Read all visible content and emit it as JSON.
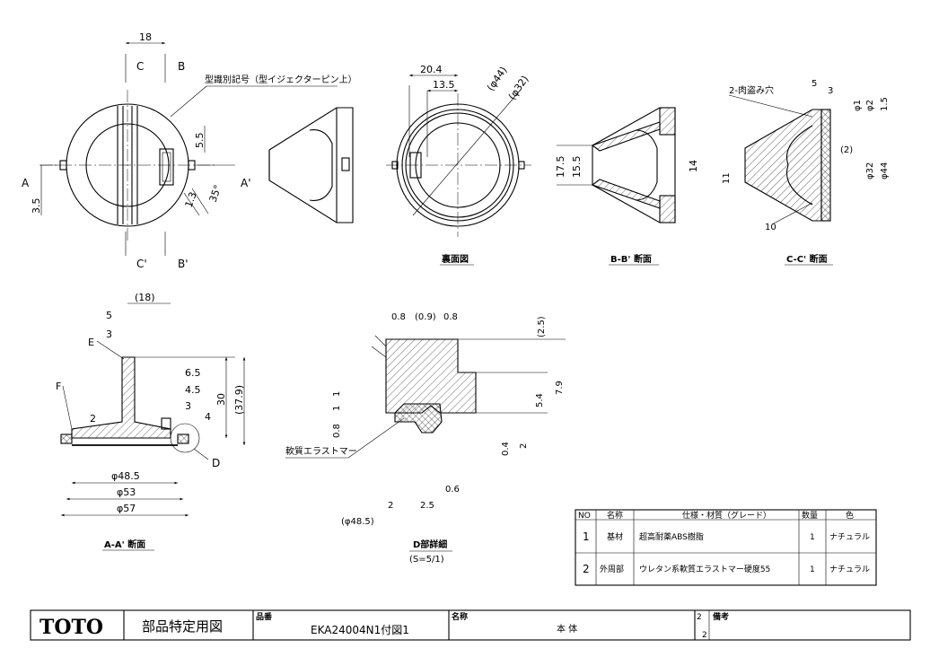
{
  "title_block": {
    "logo": "TOTO",
    "drawing_type": "部品特定用図",
    "part_no_label": "品番",
    "part_no": "EKA24004N1付図1",
    "name_label": "名称",
    "name": "本 体",
    "scale_a": "2",
    "scale_b": "2",
    "remarks_label": "備考"
  },
  "views": {
    "front": {
      "dims": {
        "d18": "18",
        "d55": "5.5",
        "d13": "1.3",
        "d35deg": "35°",
        "d35": "3.5"
      },
      "section_marks": {
        "c_top": "C",
        "b_top": "B",
        "c_bot": "C'",
        "b_bot": "B'",
        "a_left": "A",
        "a_right": "A'"
      },
      "note": "型識別記号（型イジェクターピン上）"
    },
    "back": {
      "caption": "裏面図",
      "dims": {
        "d204": "20.4",
        "d135": "13.5",
        "d44": "(φ44)",
        "d32": "(φ32)"
      }
    },
    "bb": {
      "caption": "B-B' 断面",
      "dims": {
        "d175": "17.5",
        "d155": "15.5",
        "d14": "14"
      }
    },
    "cc": {
      "caption": "C-C' 断面",
      "note": "2-肉盗み穴",
      "dims": {
        "d5": "5",
        "d3": "3",
        "d1": "φ1",
        "d2": "φ2",
        "d15": "1.5",
        "dp2": "(2)",
        "d32": "φ32",
        "d44": "φ44",
        "d11": "11",
        "d10": "10"
      }
    },
    "aa": {
      "caption": "A-A' 断面",
      "dims": {
        "d18": "(18)",
        "d5": "5",
        "d3": "3",
        "E": "E",
        "F": "F",
        "d65": "6.5",
        "d45": "4.5",
        "d3b": "3",
        "d4": "4",
        "d30": "30",
        "d379": "(37.9)",
        "d2": "2",
        "D": "D",
        "d485": "φ48.5",
        "d53": "φ53",
        "d57": "φ57"
      }
    },
    "detail_d": {
      "caption": "D部詳細",
      "scale": "(S=5/1)",
      "note": "軟質エラストマー",
      "dims": {
        "top_a": "0.8",
        "top_b": "(0.9)",
        "top_c": "0.8",
        "d25": "(2.5)",
        "d79": "7.9",
        "d54": "5.4",
        "d1a": "1",
        "d1b": "1",
        "d08": "0.8",
        "d04": "0.4",
        "d2r": "2",
        "d2b": "2",
        "d25b": "2.5",
        "d06": "0.6",
        "d485": "(φ48.5)"
      }
    }
  },
  "parts_table": {
    "headers": [
      "NO",
      "名称",
      "仕様・材質（グレード）",
      "数量",
      "色"
    ],
    "rows": [
      [
        "1",
        "基材",
        "超高耐薬ABS樹脂",
        "1",
        "ナチュラル"
      ],
      [
        "2",
        "外周部",
        "ウレタン系軟質エラストマー硬度55",
        "1",
        "ナチュラル"
      ]
    ]
  }
}
